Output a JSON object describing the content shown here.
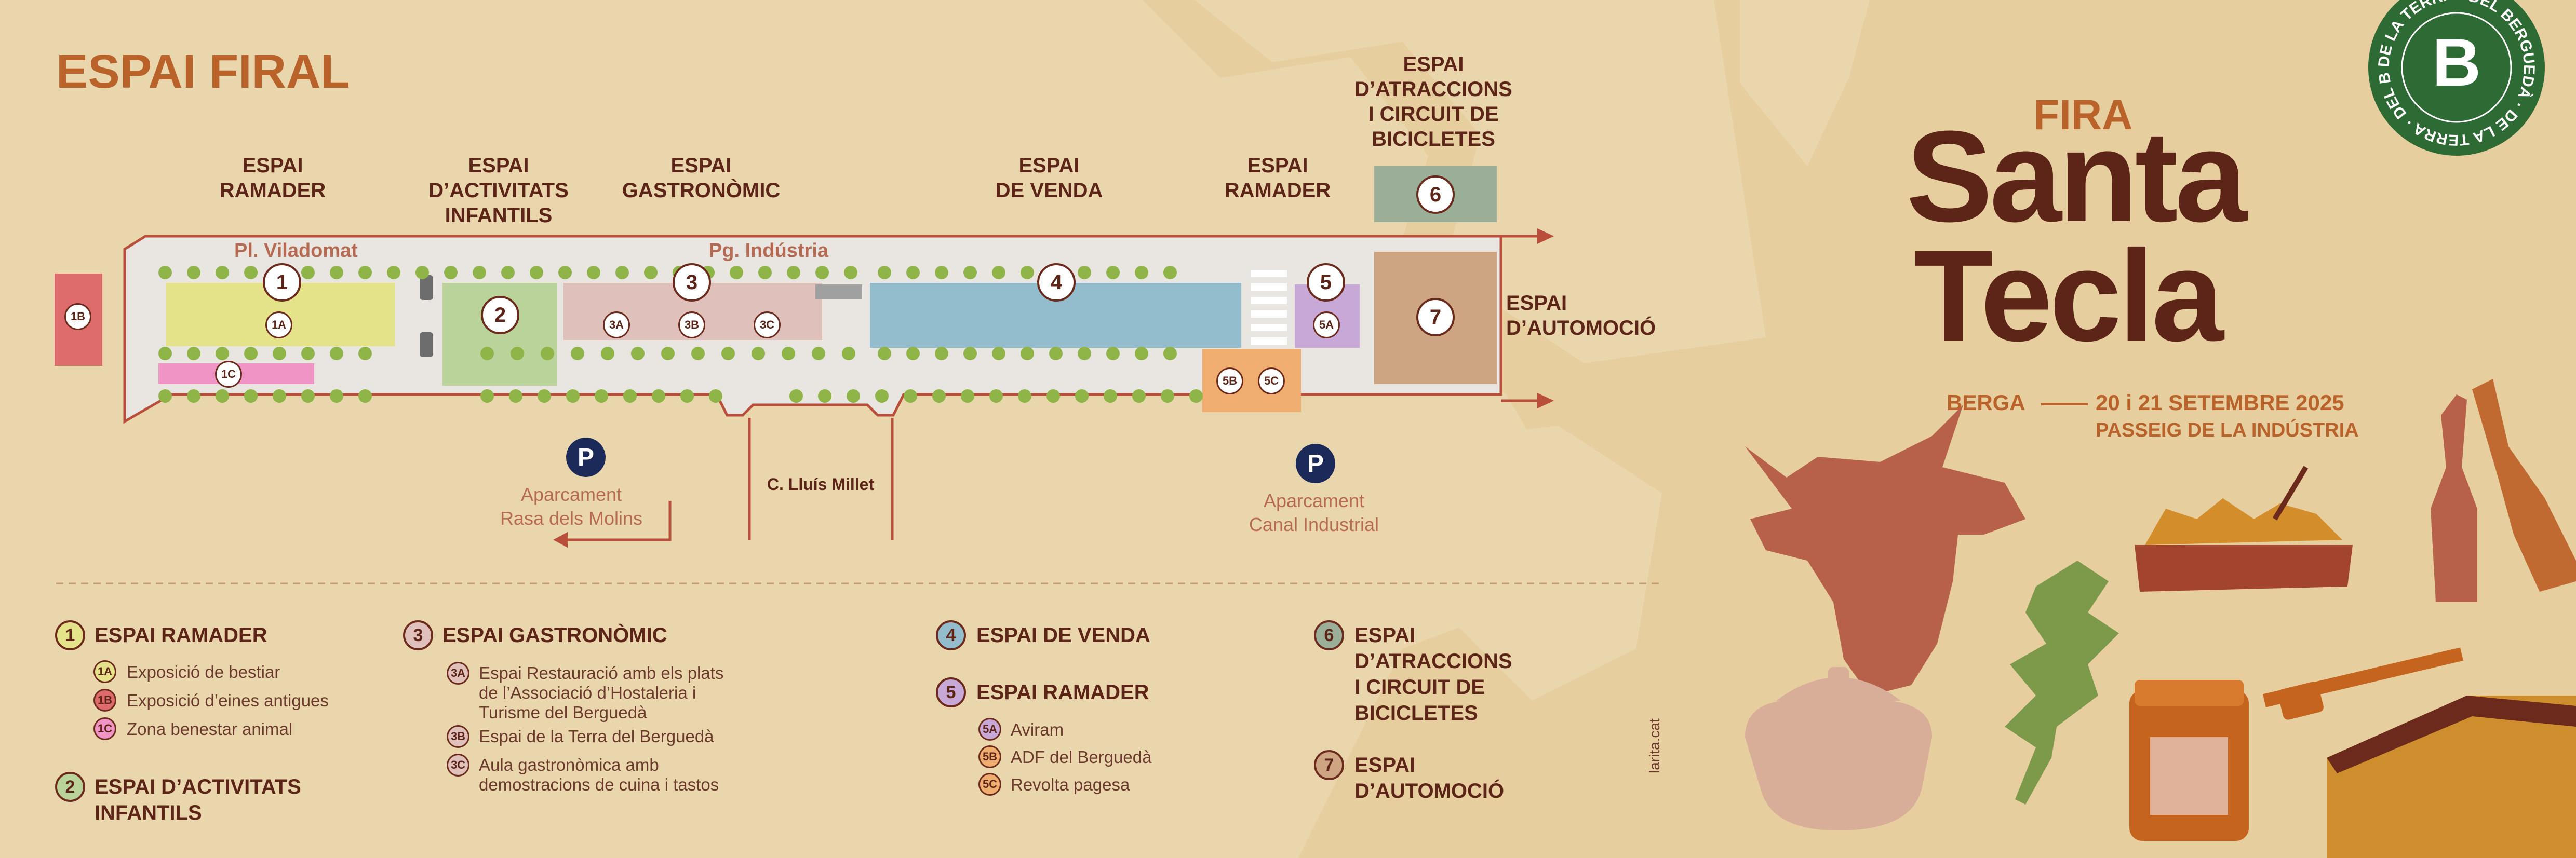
{
  "title": "ESPAI FIRAL",
  "colors": {
    "background": "#ead6ad",
    "brown_dark": "#5d2418",
    "orange": "#b9622a",
    "zone1": "#e4e38a",
    "zone1B": "#de6b6b",
    "zone1C": "#ef94c4",
    "zone2": "#b9d39a",
    "zone3": "#e0c0bb",
    "zone4": "#93bccd",
    "zone5": "#c8a8d6",
    "zone5bc": "#f0ad70",
    "zone6": "#9aae98",
    "zone7": "#cea583"
  },
  "headers": {
    "ramader1": "ESPAI\nRAMADER",
    "activitats": "ESPAI\nD’ACTIVITATS\nINFANTILS",
    "gastronomic": "ESPAI\nGASTRONÒMIC",
    "venda": "ESPAI\nDE VENDA",
    "ramader2": "ESPAI\nRAMADER",
    "atraccions": "ESPAI\nD’ATRACCIONS\nI CIRCUIT DE\nBICICLETES",
    "automocio": "ESPAI\nD’AUTOMOCIÓ"
  },
  "map_labels": {
    "viladomat": "Pl. Viladomat",
    "industria": "Pg. Indústria",
    "millet": "C. Lluís Millet",
    "parking1_icon": "P",
    "parking1": "Aparcament\nRasa dels Molins",
    "parking2_icon": "P",
    "parking2": "Aparcament\nCanal Industrial"
  },
  "markers": {
    "m1": "1",
    "m1A": "1A",
    "m1B": "1B",
    "m1C": "1C",
    "m2": "2",
    "m3": "3",
    "m3A": "3A",
    "m3B": "3B",
    "m3C": "3C",
    "m4": "4",
    "m5": "5",
    "m5A": "5A",
    "m5B": "5B",
    "m5C": "5C",
    "m6": "6",
    "m7": "7"
  },
  "legend": {
    "g1": {
      "num": "1",
      "title": "ESPAI RAMADER",
      "items": [
        {
          "code": "1A",
          "text": "Exposició de bestiar"
        },
        {
          "code": "1B",
          "text": "Exposició d’eines antigues"
        },
        {
          "code": "1C",
          "text": "Zona benestar animal"
        }
      ]
    },
    "g2": {
      "num": "2",
      "title": "ESPAI D’ACTIVITATS\nINFANTILS"
    },
    "g3": {
      "num": "3",
      "title": "ESPAI GASTRONÒMIC",
      "items": [
        {
          "code": "3A",
          "text": "Espai Restauració amb els plats\nde l’Associació d’Hostaleria i\nTurisme del Berguedà"
        },
        {
          "code": "3B",
          "text": "Espai de la Terra del Berguedà"
        },
        {
          "code": "3C",
          "text": "Aula gastronòmica amb\ndemostracions de cuina i tastos"
        }
      ]
    },
    "g4": {
      "num": "4",
      "title": "ESPAI DE VENDA"
    },
    "g5": {
      "num": "5",
      "title": "ESPAI RAMADER",
      "items": [
        {
          "code": "5A",
          "text": "Aviram"
        },
        {
          "code": "5B",
          "text": "ADF del Berguedà"
        },
        {
          "code": "5C",
          "text": "Revolta pagesa"
        }
      ]
    },
    "g6": {
      "num": "6",
      "title": "ESPAI\nD’ATRACCIONS\nI CIRCUIT DE\nBICICLETES"
    },
    "g7": {
      "num": "7",
      "title": "ESPAI\nD’AUTOMOCIÓ"
    }
  },
  "credit": "larita.cat",
  "poster": {
    "fira": "FIRA",
    "santa": "Santa",
    "tecla": "Tecla",
    "city": "BERGA",
    "dates": "20 i 21 SETEMBRE 2025",
    "place": "PASSEIG DE LA INDÚSTRIA",
    "badge_letter": "B",
    "badge_text": "DE LA TERRA · DEL BERGUEDÀ · DE LA TERRA · DEL BERGUEDÀ ·"
  }
}
